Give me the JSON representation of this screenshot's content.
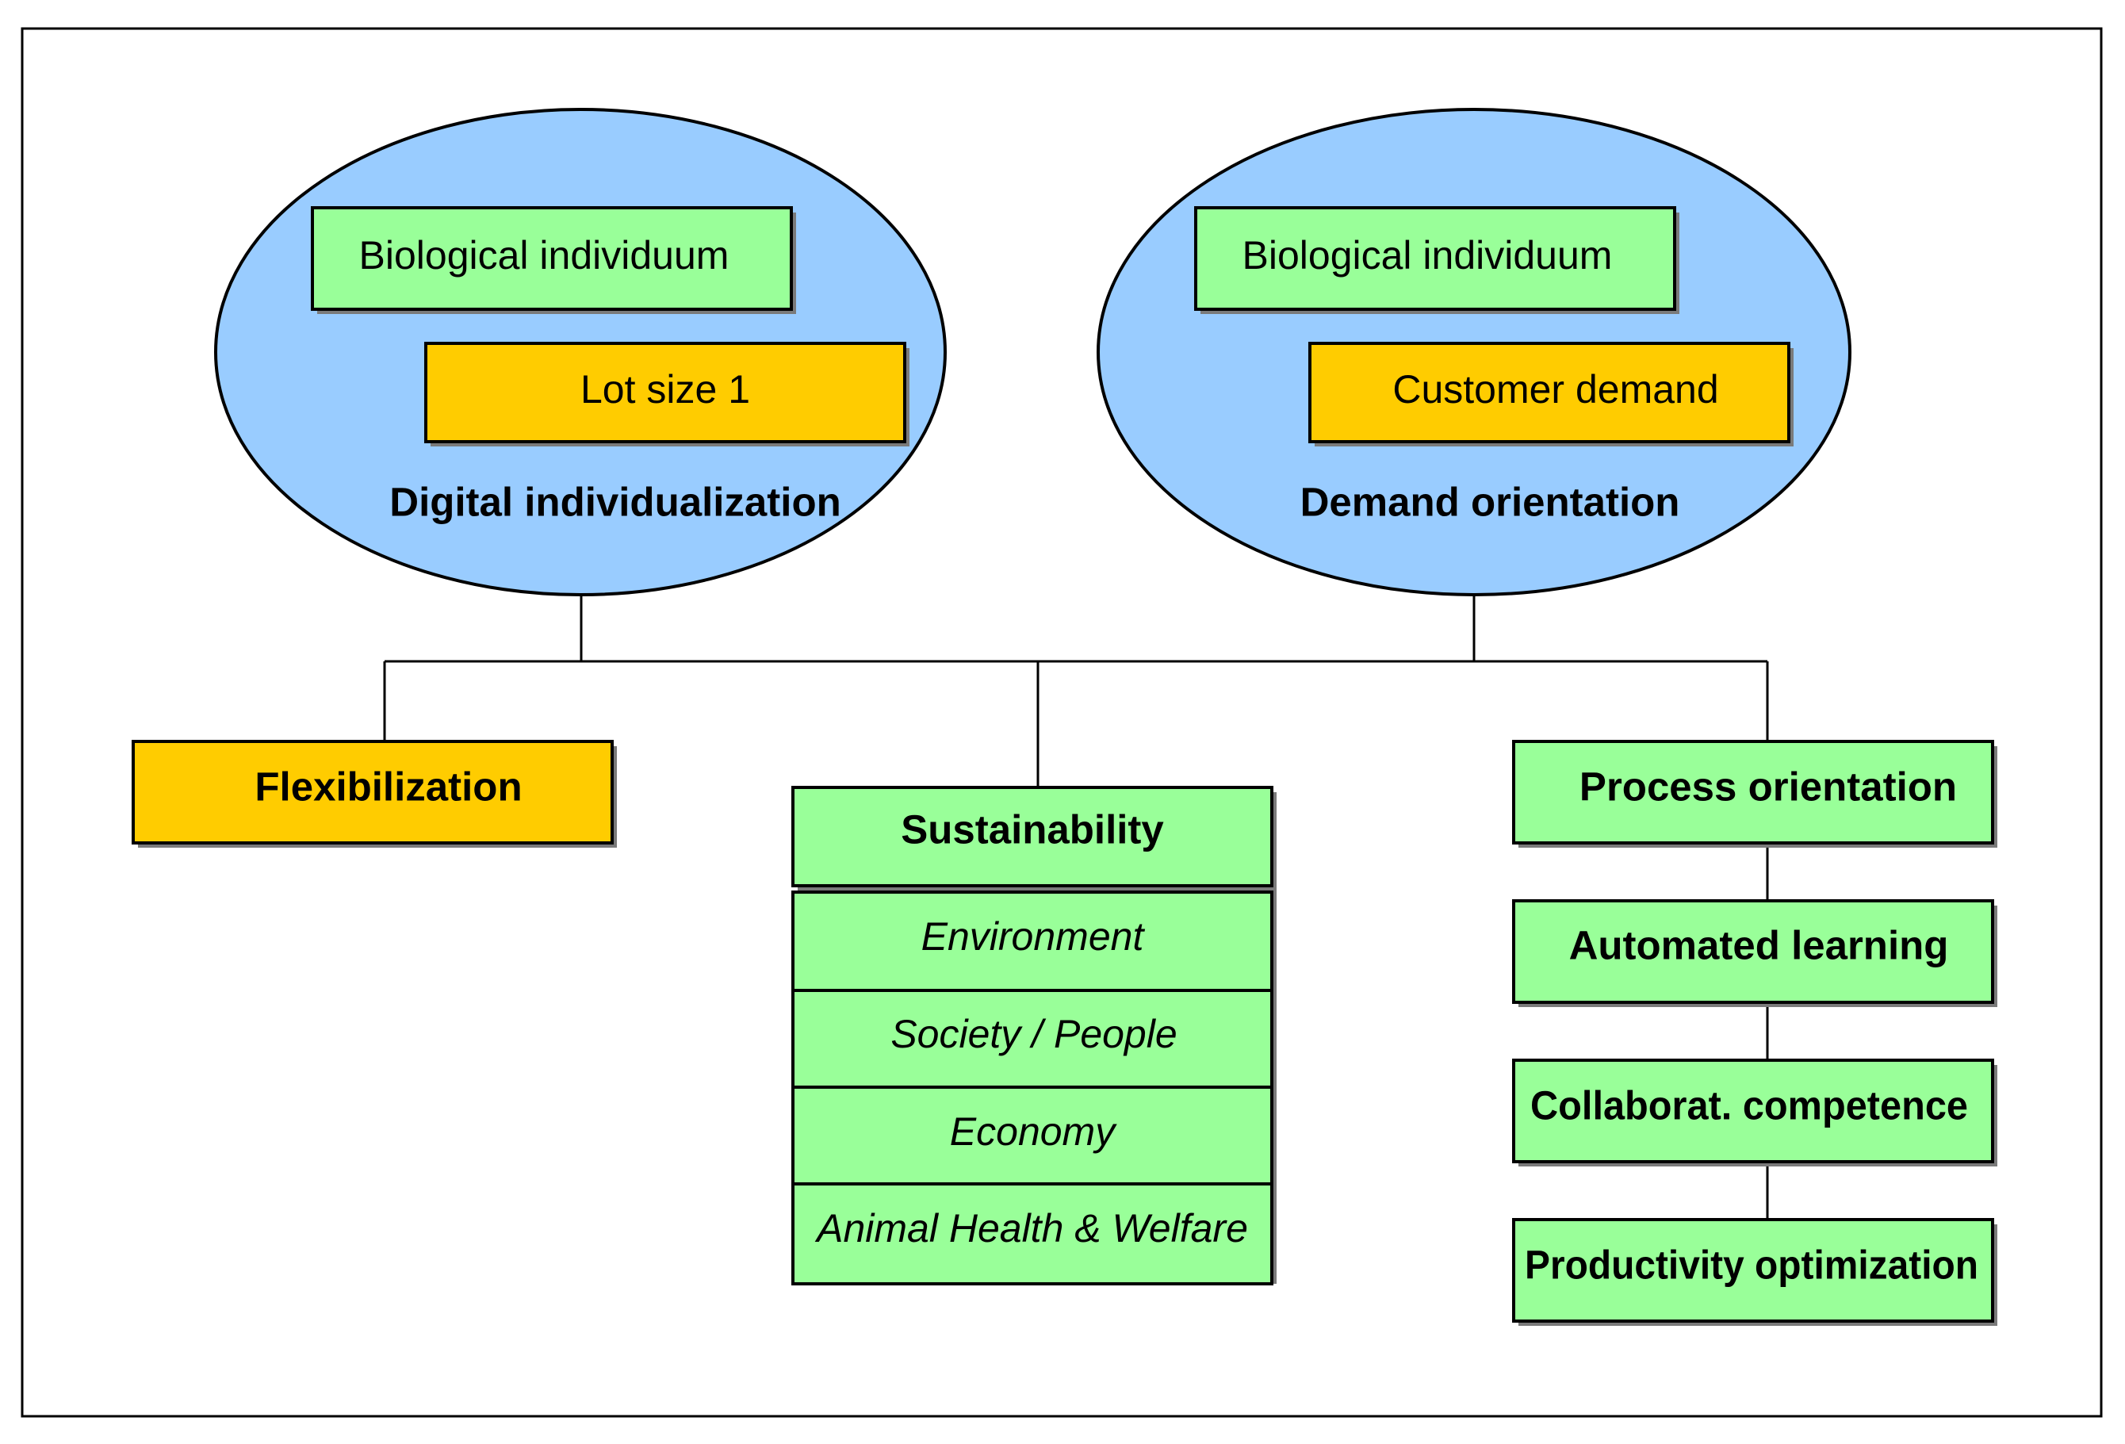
{
  "diagram": {
    "left_group": {
      "top_box": "Biological individuum",
      "bottom_box": "Lot size 1",
      "caption": "Digital individualization"
    },
    "right_group": {
      "top_box": "Biological individuum",
      "bottom_box": "Customer demand",
      "caption": "Demand orientation"
    },
    "branches": {
      "flexibilization": "Flexibilization",
      "sustainability": {
        "title": "Sustainability",
        "items": [
          "Environment",
          "Society / People",
          "Economy",
          "Animal Health & Welfare"
        ]
      },
      "process_chain": [
        "Process orientation",
        "Automated learning",
        "Collaborat. competence",
        "Productivity optimization"
      ]
    },
    "colors": {
      "ellipse_fill": "#99ccff",
      "green_box": "#99ff99",
      "orange_box": "#ffcc00",
      "outline": "#000000"
    }
  }
}
